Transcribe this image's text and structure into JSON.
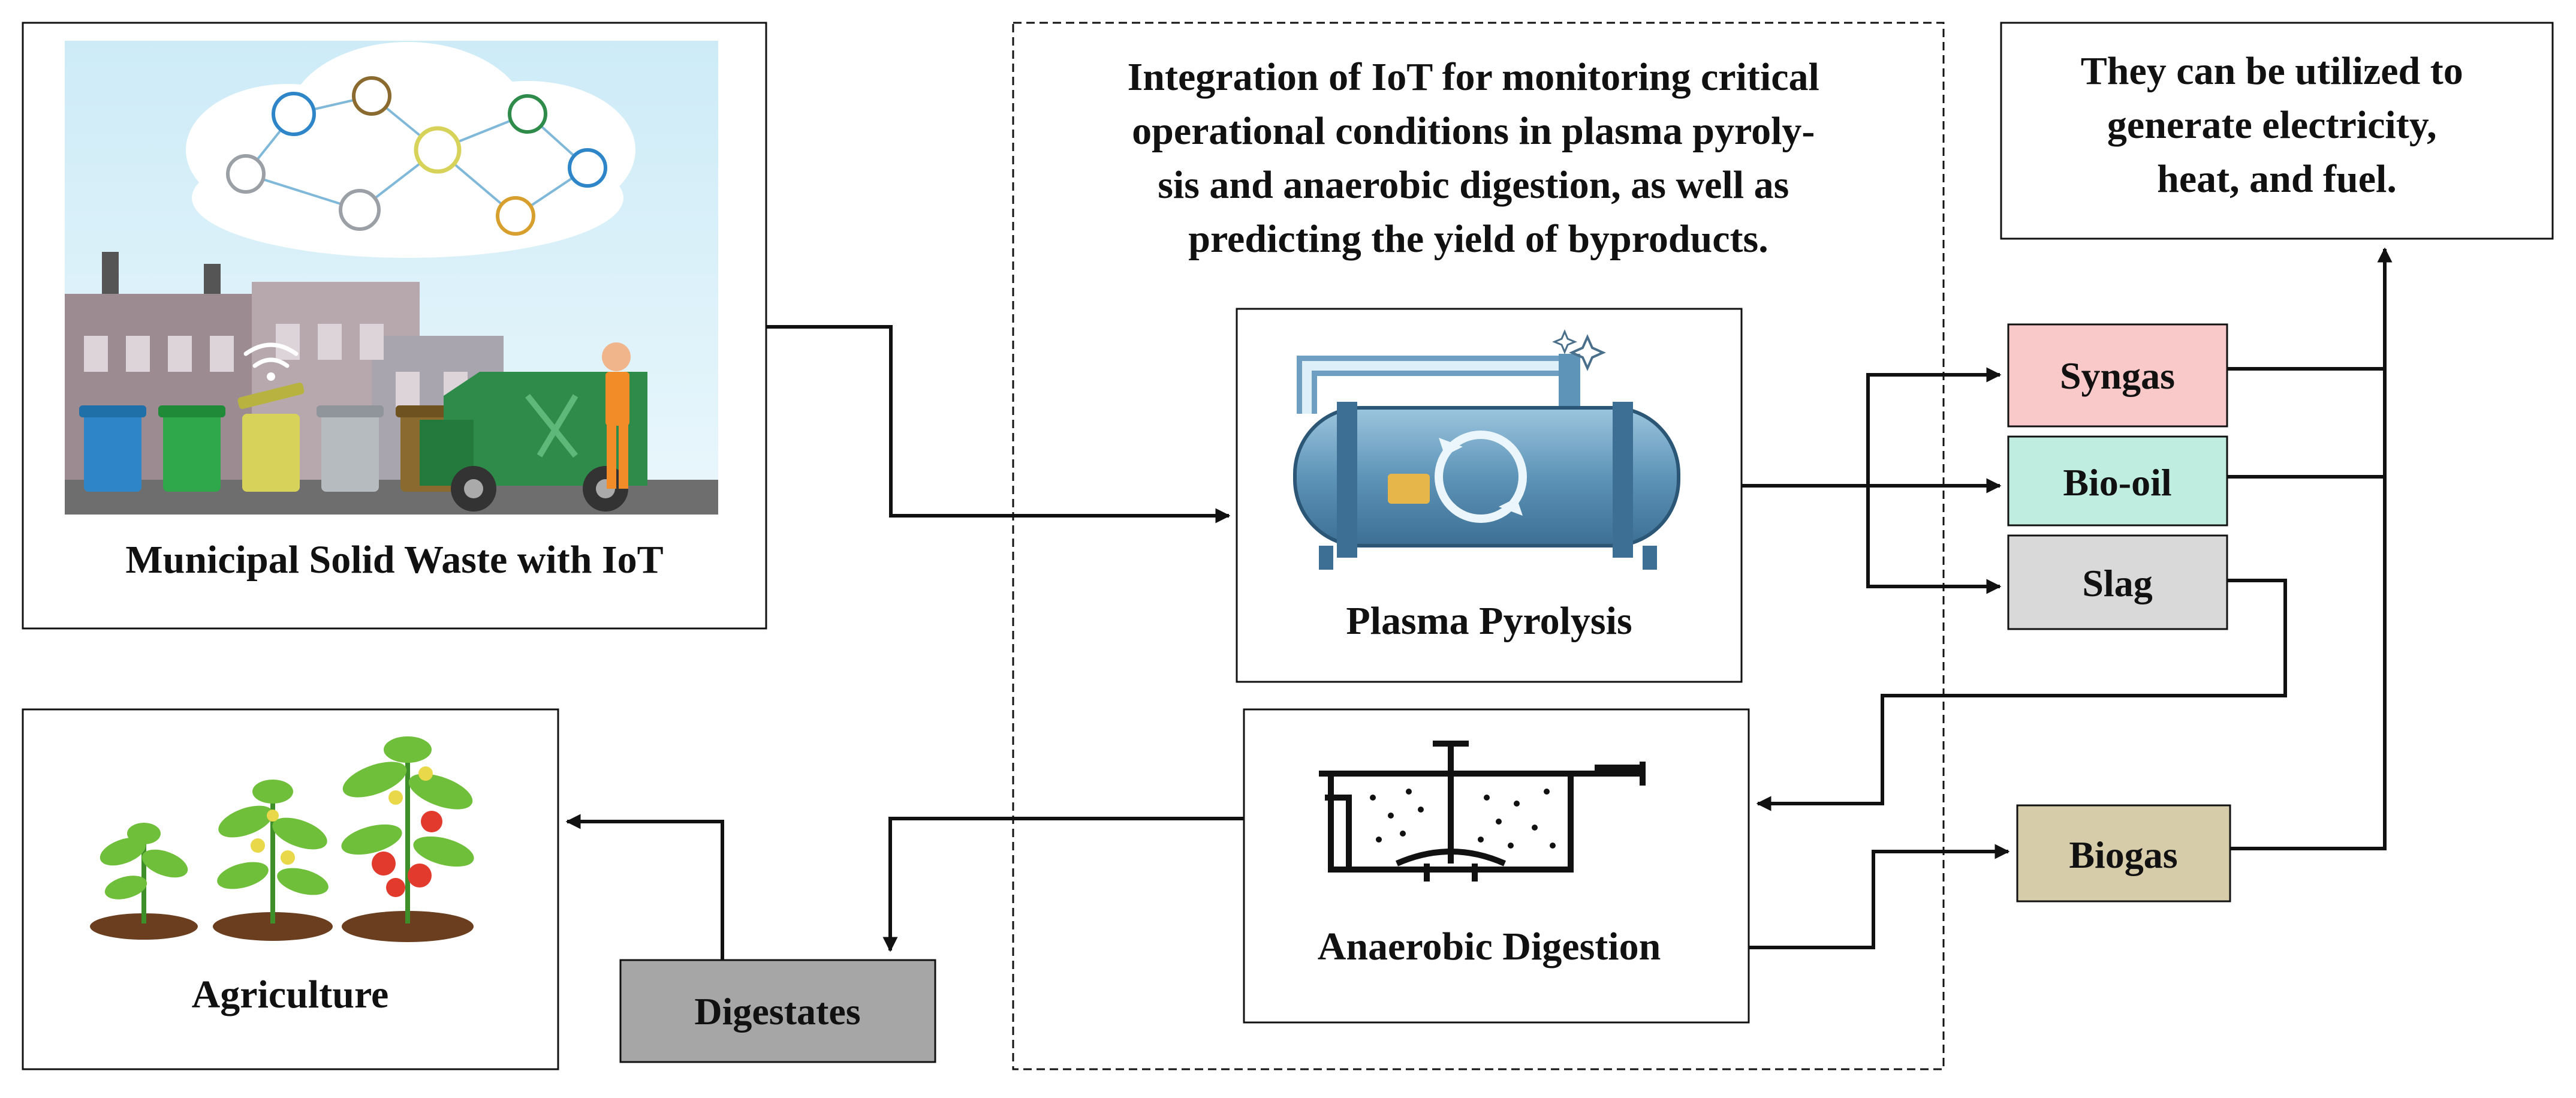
{
  "diagram": {
    "msw_label": "Municipal Solid Waste with IoT",
    "iot_text": [
      "Integration of IoT for monitoring critical",
      "operational conditions in plasma pyroly-",
      "sis and anaerobic digestion, as well as",
      "predicting the yield of byproducts."
    ],
    "utilization_text": [
      "They can be utilized to",
      "generate electricity,",
      "heat, and fuel."
    ],
    "plasma_label": "Plasma Pyrolysis",
    "anaerobic_label": "Anaerobic Digestion",
    "agriculture_label": "Agriculture",
    "products": {
      "syngas": "Syngas",
      "biooil": "Bio-oil",
      "slag": "Slag",
      "biogas": "Biogas",
      "digestates": "Digestates"
    },
    "colors": {
      "syngas": "#F9C9C9",
      "biooil": "#BFEDE0",
      "slag": "#D9D9D9",
      "biogas": "#D6CCAA",
      "digestates": "#A6A6A6",
      "bin_blue": "#2E86C8",
      "bin_green": "#2EA84A",
      "bin_yellow": "#D7D25A",
      "bin_grey": "#9AA0A6",
      "bin_brown": "#8A6A2E",
      "truck_green": "#2E8B4A",
      "plant_green": "#6FBF3A",
      "tomato_red": "#E23B2E",
      "sky": "#BFE6F5"
    }
  }
}
